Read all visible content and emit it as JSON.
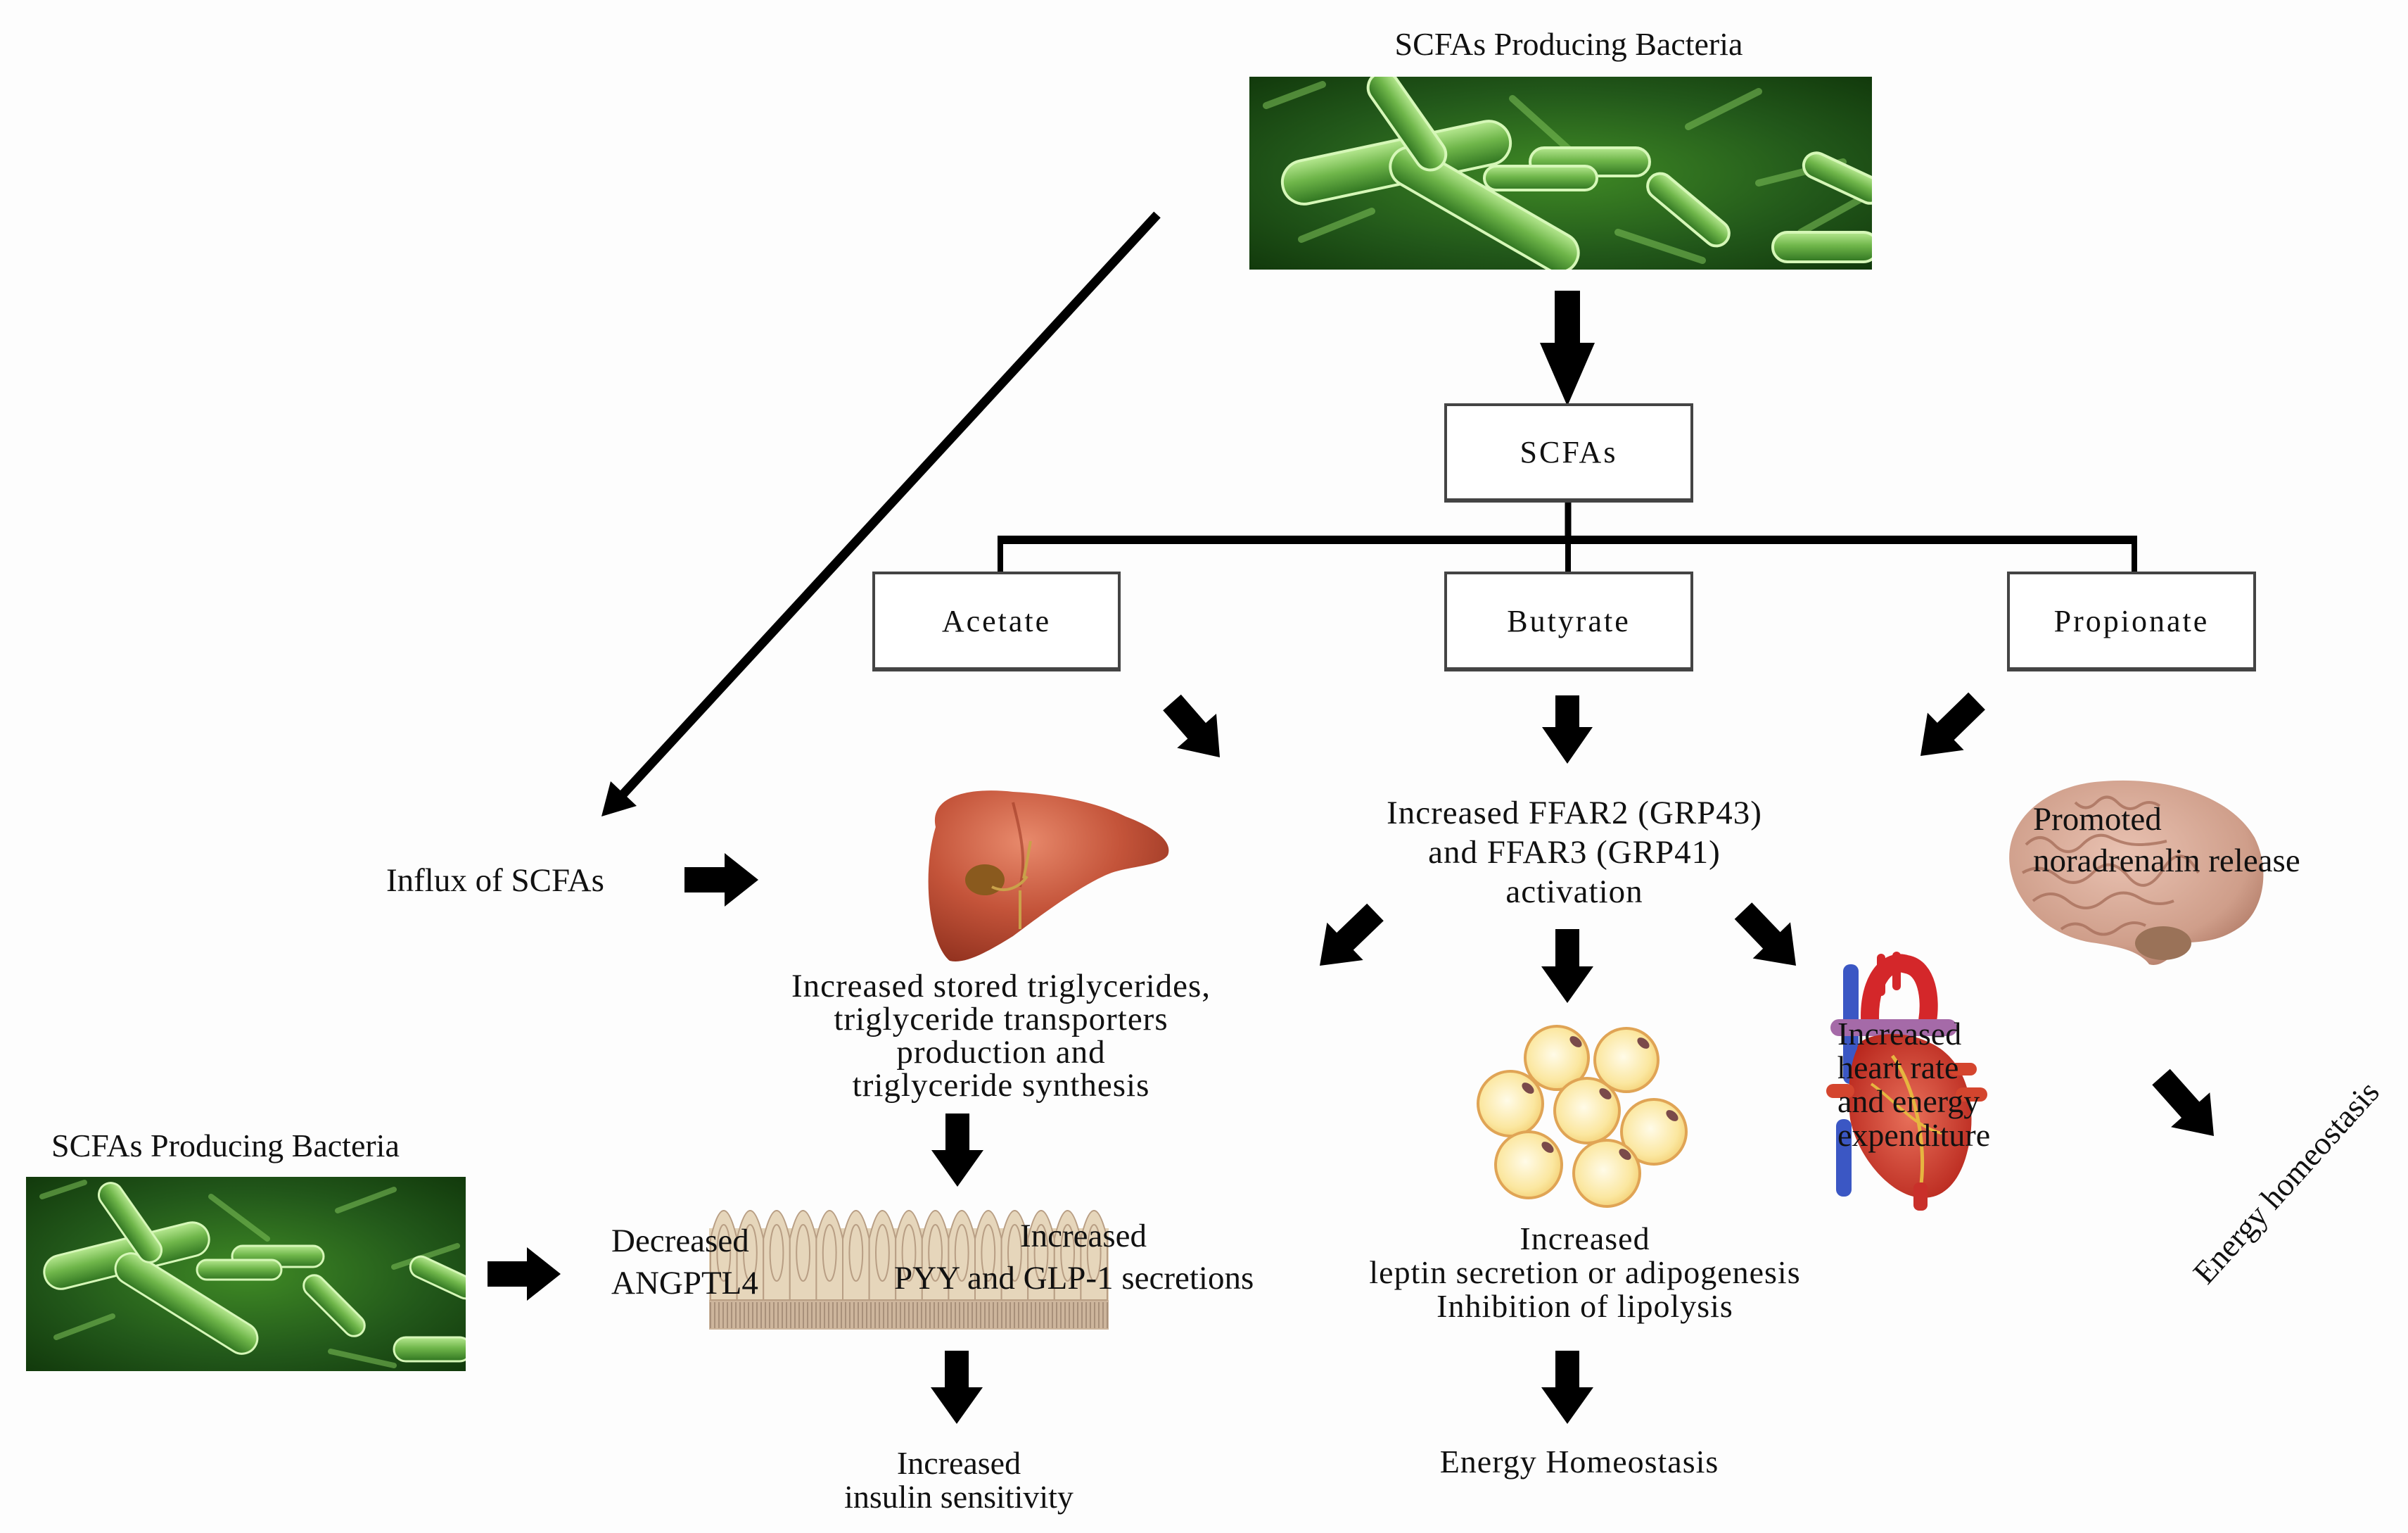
{
  "figure": {
    "top_source": {
      "title": "SCFAs Producing Bacteria",
      "image": "bacteria-micrograph"
    },
    "root_box": {
      "label": "SCFAs"
    },
    "scfa_types": [
      {
        "label": "Acetate"
      },
      {
        "label": "Butyrate"
      },
      {
        "label": "Propionate"
      }
    ],
    "receptor_activation": {
      "lines": [
        "Increased FFAR2 (GRP43)",
        "and FFAR3 (GRP41)",
        "activation"
      ]
    },
    "influx": {
      "label": "Influx of SCFAs"
    },
    "liver": {
      "image": "liver-illustration",
      "lines": [
        "Increased stored triglycerides,",
        "triglyceride transporters",
        "production and",
        "triglyceride synthesis"
      ]
    },
    "brain": {
      "image": "brain-illustration",
      "lines": [
        "Promoted",
        "noradrenalin release"
      ]
    },
    "heart": {
      "image": "heart-illustration",
      "lines": [
        "Increased",
        "heart rate",
        "and energy",
        "expenditure"
      ]
    },
    "adipose": {
      "image": "adipocytes-illustration",
      "lines": [
        "Increased",
        "leptin secretion or adipogenesis",
        "Inhibition of lipolysis"
      ]
    },
    "adipose_outcome": {
      "label": "Energy Homeostasis"
    },
    "brain_heart_outcome": {
      "label": "Energy homeostasis"
    },
    "bottom_source": {
      "title": "SCFAs Producing Bacteria",
      "image": "bacteria-micrograph"
    },
    "intestine": {
      "image": "intestinal-epithelium-illustration",
      "left_lines": [
        "Decreased",
        "ANGPTL4"
      ],
      "right_top": "Increased",
      "right_bottom": "PYY and GLP-1 secretions"
    },
    "intestine_outcome": {
      "lines": [
        "Increased",
        "insulin sensitivity"
      ]
    }
  },
  "colors": {
    "arrow": "#000000",
    "box_border": "#444444",
    "bacteria_dark": "#1f4d12",
    "bacteria_light": "#7fc25a",
    "liver": "#c4543a",
    "brain": "#d6a896",
    "fat_cell": "#fbe7a0",
    "fat_cell_border": "#e0a455",
    "intestine": "#e3d2b6",
    "intestine_border": "#b89e84"
  }
}
